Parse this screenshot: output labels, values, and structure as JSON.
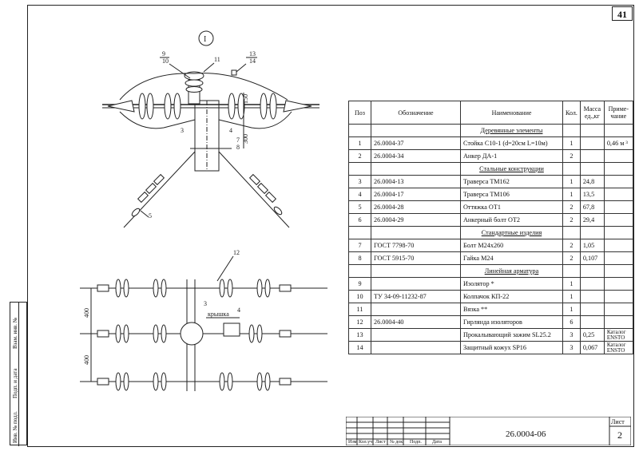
{
  "sheet_number": "41",
  "view_label": "I",
  "callouts": {
    "c9": "9",
    "c10": "10",
    "c11": "11",
    "c13": "13",
    "c14": "14",
    "c3": "3",
    "c4": "4",
    "c7": "7",
    "c8": "8",
    "c5": "5",
    "c12": "12",
    "c3b": "3",
    "c4b": "4"
  },
  "dims": {
    "top_small": "150",
    "top_mid": "300",
    "bottom_top": "400",
    "bottom_bottom": "400"
  },
  "krishka_label": "крышка",
  "side_stamp": [
    "Инв. № подл.",
    "Подп. и дата",
    "Взам. инв. №"
  ],
  "spec_table": {
    "headers": [
      "Поз",
      "Обозначение",
      "Наименование",
      "Кол.",
      "Масса ед.,кг",
      "Приме-чание"
    ],
    "rows": [
      {
        "type": "section",
        "name": "Деревянные элементы"
      },
      {
        "type": "item",
        "pos": "1",
        "code": "26.0004-37",
        "name": "Стойка С10-1 (d=20см L=10м)",
        "qty": "1",
        "mass": "",
        "note": "0,46 м ³"
      },
      {
        "type": "item",
        "pos": "2",
        "code": "26.0004-34",
        "name": "Анкер ДА-1",
        "qty": "2",
        "mass": "",
        "note": ""
      },
      {
        "type": "section",
        "name": "Стальные конструкции"
      },
      {
        "type": "item",
        "pos": "3",
        "code": "26.0004-13",
        "name": "Траверса ТМ162",
        "qty": "1",
        "mass": "24,8",
        "note": ""
      },
      {
        "type": "item",
        "pos": "4",
        "code": "26.0004-17",
        "name": "Траверса ТМ106",
        "qty": "1",
        "mass": "13,5",
        "note": ""
      },
      {
        "type": "item",
        "pos": "5",
        "code": "26.0004-28",
        "name": "Оттяжка ОТ1",
        "qty": "2",
        "mass": "67,8",
        "note": ""
      },
      {
        "type": "item",
        "pos": "6",
        "code": "26.0004-29",
        "name": "Анкерный болт ОТ2",
        "qty": "2",
        "mass": "29,4",
        "note": ""
      },
      {
        "type": "section",
        "name": "Стандартные изделия"
      },
      {
        "type": "item",
        "pos": "7",
        "code": "ГОСТ 7798-70",
        "name": "Болт М24х260",
        "qty": "2",
        "mass": "1,05",
        "note": ""
      },
      {
        "type": "item",
        "pos": "8",
        "code": "ГОСТ 5915-70",
        "name": "Гайка М24",
        "qty": "2",
        "mass": "0,107",
        "note": ""
      },
      {
        "type": "section",
        "name": "Линейная арматура"
      },
      {
        "type": "item",
        "pos": "9",
        "code": "",
        "name": "Изолятор *",
        "qty": "1",
        "mass": "",
        "note": ""
      },
      {
        "type": "item",
        "pos": "10",
        "code": "ТУ 34-09-11232-87",
        "name": "Колпачок КП-22",
        "qty": "1",
        "mass": "",
        "note": ""
      },
      {
        "type": "item",
        "pos": "11",
        "code": "",
        "name": "Вязка **",
        "qty": "1",
        "mass": "",
        "note": ""
      },
      {
        "type": "item",
        "pos": "12",
        "code": "26.0004-40",
        "name": "Гирлянда изоляторов",
        "qty": "6",
        "mass": "",
        "note": ""
      },
      {
        "type": "item",
        "pos": "13",
        "code": "",
        "name": "Прокалывающий зажим SL25.2",
        "qty": "3",
        "mass": "0,25",
        "note": "Каталог ENSTO"
      },
      {
        "type": "item",
        "pos": "14",
        "code": "",
        "name": "Защитный кожух SP16",
        "qty": "3",
        "mass": "0,067",
        "note": "Каталог ENSTO"
      }
    ]
  },
  "title_block": {
    "headers": [
      "Изм",
      "Кол.уч",
      "Лист",
      "№ док",
      "Подп.",
      "Дата"
    ],
    "code": "26.0004-06",
    "lit_label": "Лист",
    "page": "2"
  }
}
